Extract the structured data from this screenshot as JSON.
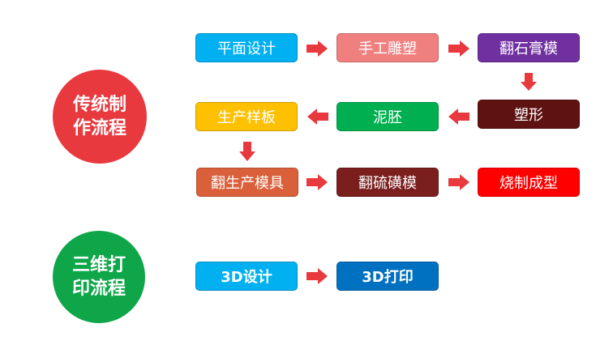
{
  "groups": [
    {
      "label": "传统制\n作流程",
      "color": "#e8393f"
    },
    {
      "label": "三维打\n印流程",
      "color": "#0fa64a"
    }
  ],
  "traditional": [
    {
      "label": "平面设计",
      "color": "#00b0f0"
    },
    {
      "label": "手工雕塑",
      "color": "#f08080"
    },
    {
      "label": "翻石膏模",
      "color": "#7030a0"
    },
    {
      "label": "塑形",
      "color": "#5e1212"
    },
    {
      "label": "泥胚",
      "color": "#00b050"
    },
    {
      "label": "生产样板",
      "color": "#ffc000"
    },
    {
      "label": "翻生产模具",
      "color": "#d9603b"
    },
    {
      "label": "翻硫磺模",
      "color": "#7b1e1e"
    },
    {
      "label": "烧制成型",
      "color": "#ff0000"
    }
  ],
  "printing": [
    {
      "label": "3D设计",
      "color": "#00b0f0"
    },
    {
      "label": "3D打印",
      "color": "#0070c0"
    }
  ],
  "arrow_color": "#e8393f"
}
